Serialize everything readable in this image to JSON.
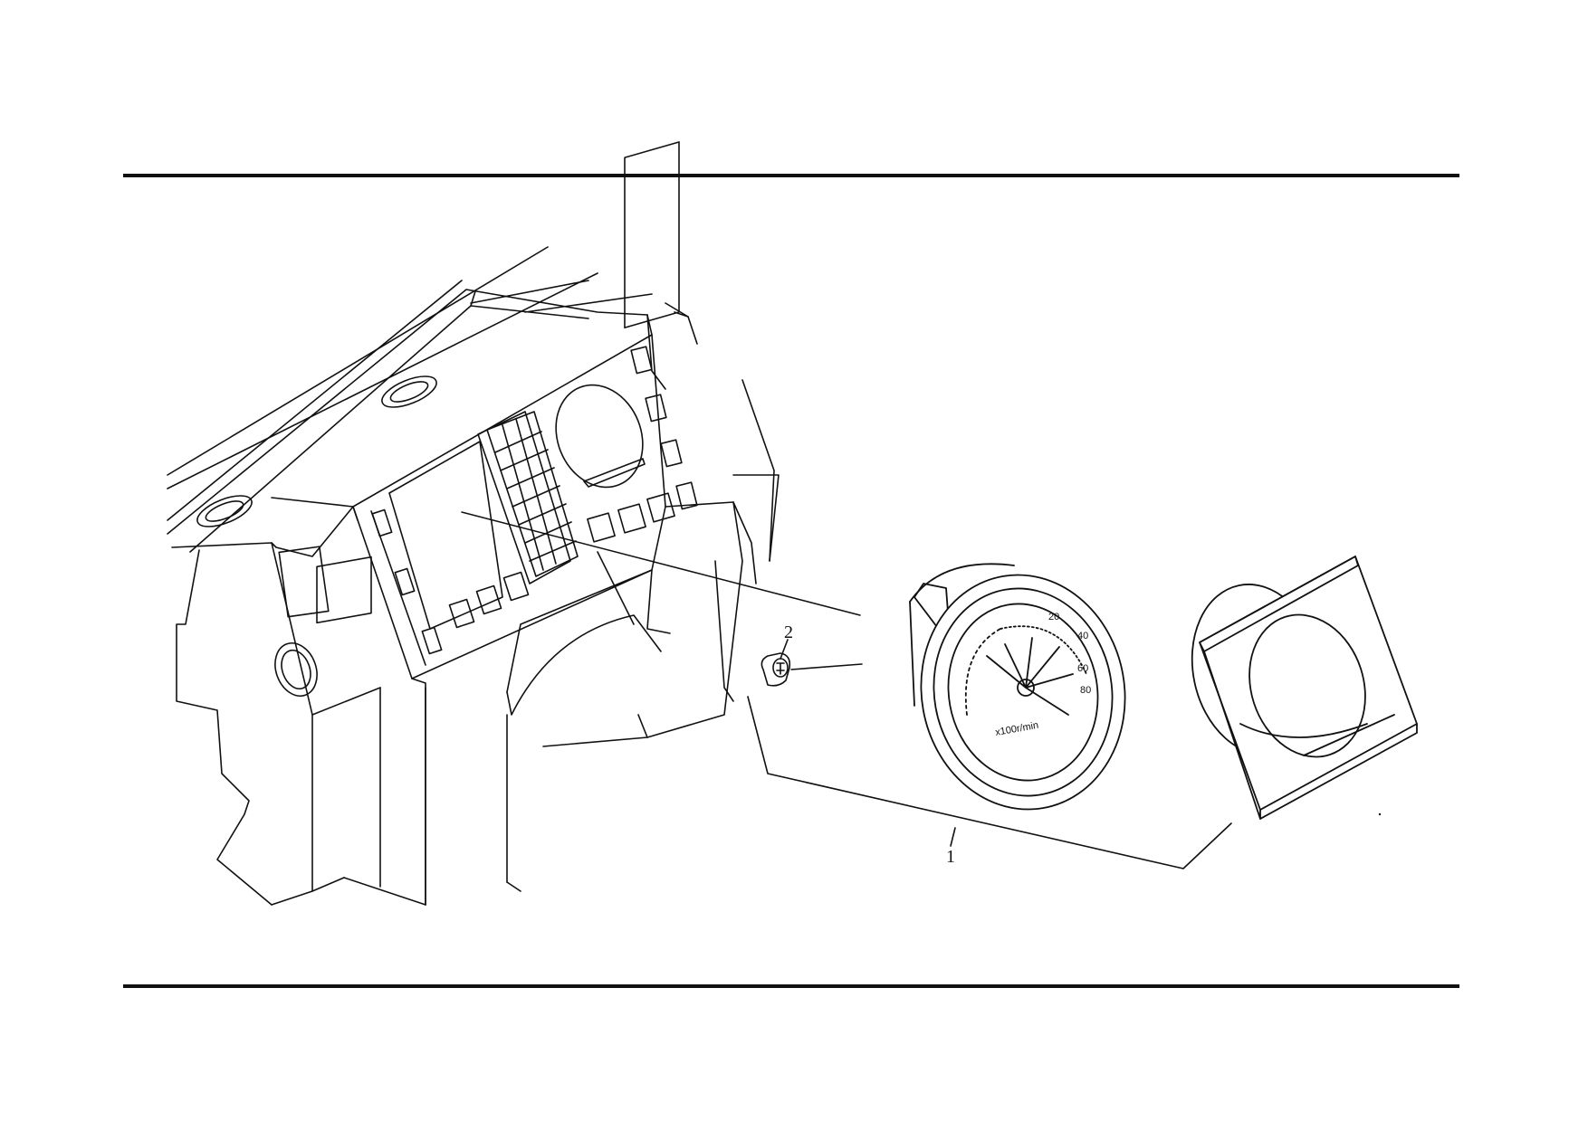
{
  "callouts": [
    {
      "id": "1",
      "label": "1"
    },
    {
      "id": "2",
      "label": "2"
    }
  ],
  "gauge": {
    "unit_label": "x100r/min",
    "scale_marks": [
      "20",
      "40",
      "60",
      "80"
    ]
  },
  "colors": {
    "ink": "#111111",
    "paper": "#ffffff",
    "accent": "#8bc34a"
  }
}
